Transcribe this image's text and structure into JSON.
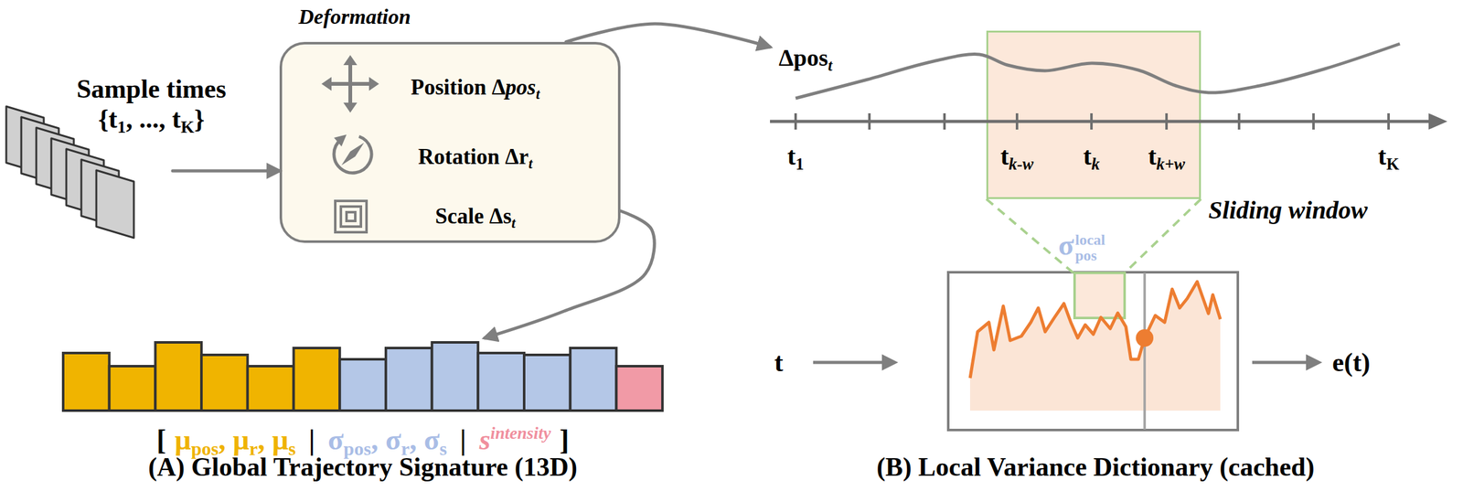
{
  "diagram": {
    "nodes": [
      {
        "text": [
          "Sample times",
          "{t",
          "1",
          ", ..., t",
          "K",
          "}"
        ]
      },
      {
        "text": [
          "Deformation",
          "Position Δ",
          "pos",
          "t",
          "Rotation Δr",
          "t",
          "Scale Δs",
          "t"
        ]
      },
      {
        "text": [
          "Δpos",
          "t"
        ]
      },
      {
        "text": [
          "Sliding window"
        ],
        "in": 2
      },
      {
        "text": [
          "[",
          "μ",
          "pos",
          ", μ",
          "r",
          ", μ",
          "s",
          "|",
          "σ",
          "pos",
          ", σ",
          "r",
          ", σ",
          "s",
          "|",
          "s",
          "intensity",
          "]",
          "(A) Global Trajectory Signature (13D)"
        ]
      },
      {
        "text": [
          "(B) Local Variance Dictionary (cached)"
        ]
      }
    ],
    "edges": [
      {
        "from": 0,
        "to": 1,
        "arrow": "to"
      },
      {
        "from": 1,
        "to": 2,
        "arrow": "to"
      },
      {
        "from": 1,
        "to": 4,
        "arrow": "to"
      }
    ],
    "labels": [
      "t",
      "1",
      "t",
      "k-w",
      "t",
      "k",
      "t",
      "k+w",
      "t",
      "K",
      "σ",
      "local",
      "pos",
      "t",
      "e(t)"
    ]
  }
}
